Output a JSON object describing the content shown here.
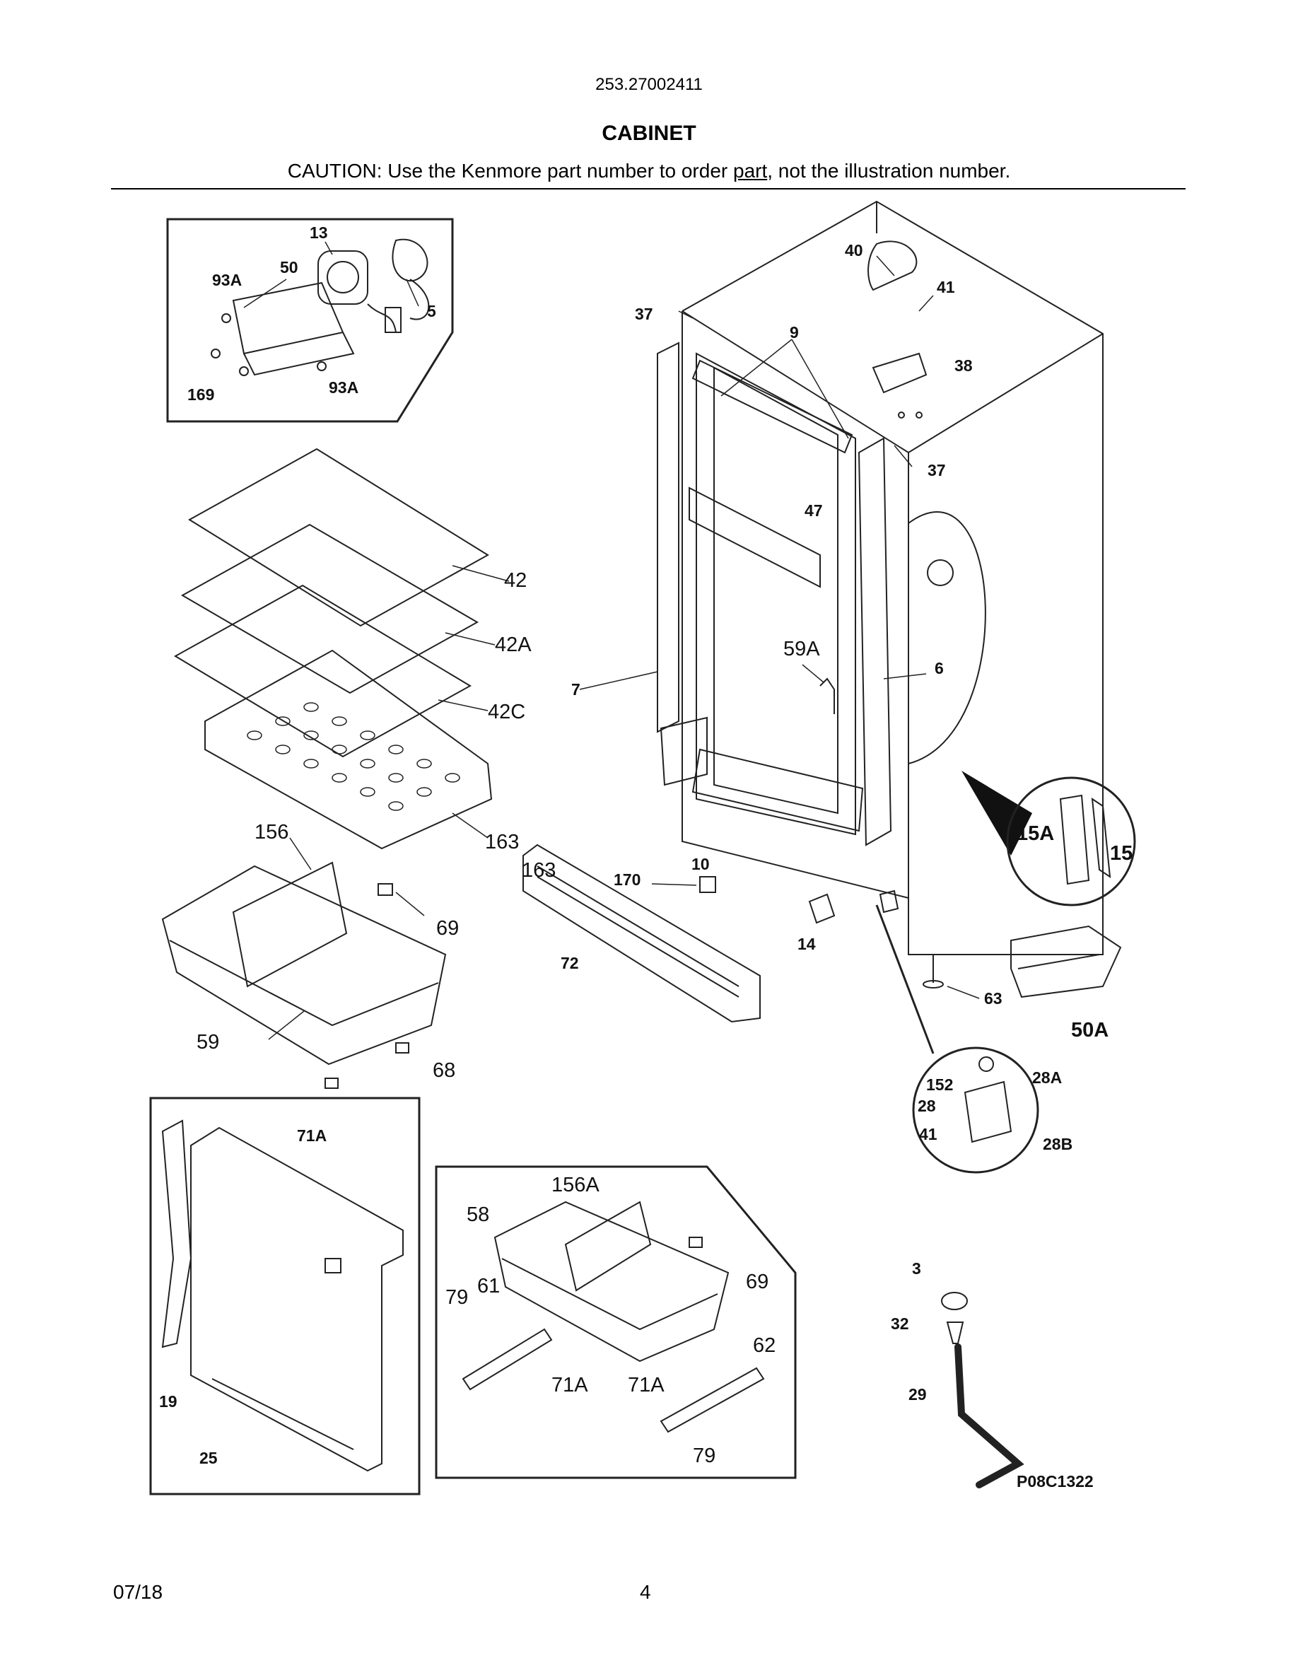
{
  "header": {
    "model_number": "253.27002411",
    "section_title": "CABINET",
    "caution_prefix": "CAUTION: Use the Kenmore part number to order ",
    "caution_underlined": "part",
    "caution_suffix": ", not the illustration number."
  },
  "diagram": {
    "fan_inset": [
      "13",
      "50",
      "93A",
      "5",
      "169",
      "93A"
    ],
    "cabinet": [
      "40",
      "41",
      "37",
      "9",
      "38",
      "37",
      "47",
      "59A",
      "6",
      "7",
      "10",
      "170",
      "14",
      "63",
      "50A"
    ],
    "filter_inset": [
      "15A",
      "15"
    ],
    "shelves": [
      "42",
      "42A",
      "42C",
      "163",
      "156",
      "163",
      "69",
      "72",
      "59",
      "68"
    ],
    "hinge_inset": [
      "152",
      "28A",
      "28",
      "41",
      "28B"
    ],
    "back_panel_inset": [
      "71A",
      "19",
      "25"
    ],
    "basket_inset": [
      "156A",
      "58",
      "69",
      "79",
      "61",
      "62",
      "71A",
      "71A",
      "79"
    ],
    "leg": [
      "3",
      "32",
      "29"
    ],
    "drawing_number": "P08C1322"
  },
  "footer": {
    "date": "07/18",
    "page": "4"
  }
}
